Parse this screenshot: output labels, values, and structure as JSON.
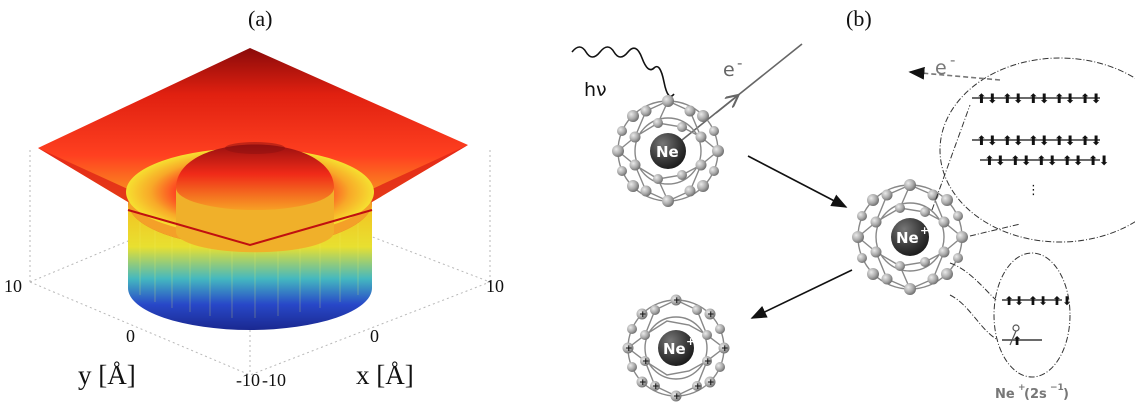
{
  "panel_a": {
    "label": "(a)",
    "y_axis_label": "y [Å]",
    "x_axis_label": "x [Å]",
    "y_ticks": [
      "10",
      "0",
      "-10"
    ],
    "x_ticks": [
      "10",
      "0",
      "-10"
    ]
  },
  "panel_b": {
    "label": "(b)",
    "photon_label": "hν",
    "electron_label_1": "e",
    "electron_label_2": "e",
    "electron_charge": "-",
    "atom_initial": "Ne",
    "atom_ion": "Ne",
    "atom_ion_final": "Ne",
    "ion_charge": "+",
    "state_label_base": "Ne",
    "state_label_sup": "+",
    "state_label_paren": "(2s",
    "state_label_exp": "−1",
    "state_label_close": ")"
  },
  "colors": {
    "surface_top": "#ff2a10",
    "surface_mid": "#f6d020",
    "surface_low": "#2030c0",
    "surface_edge": "#8a0a0a",
    "cage_sphere": "#a7a7a7",
    "atom_core": "#3a3a3a",
    "arrow": "#111111",
    "electron": "#777777"
  }
}
